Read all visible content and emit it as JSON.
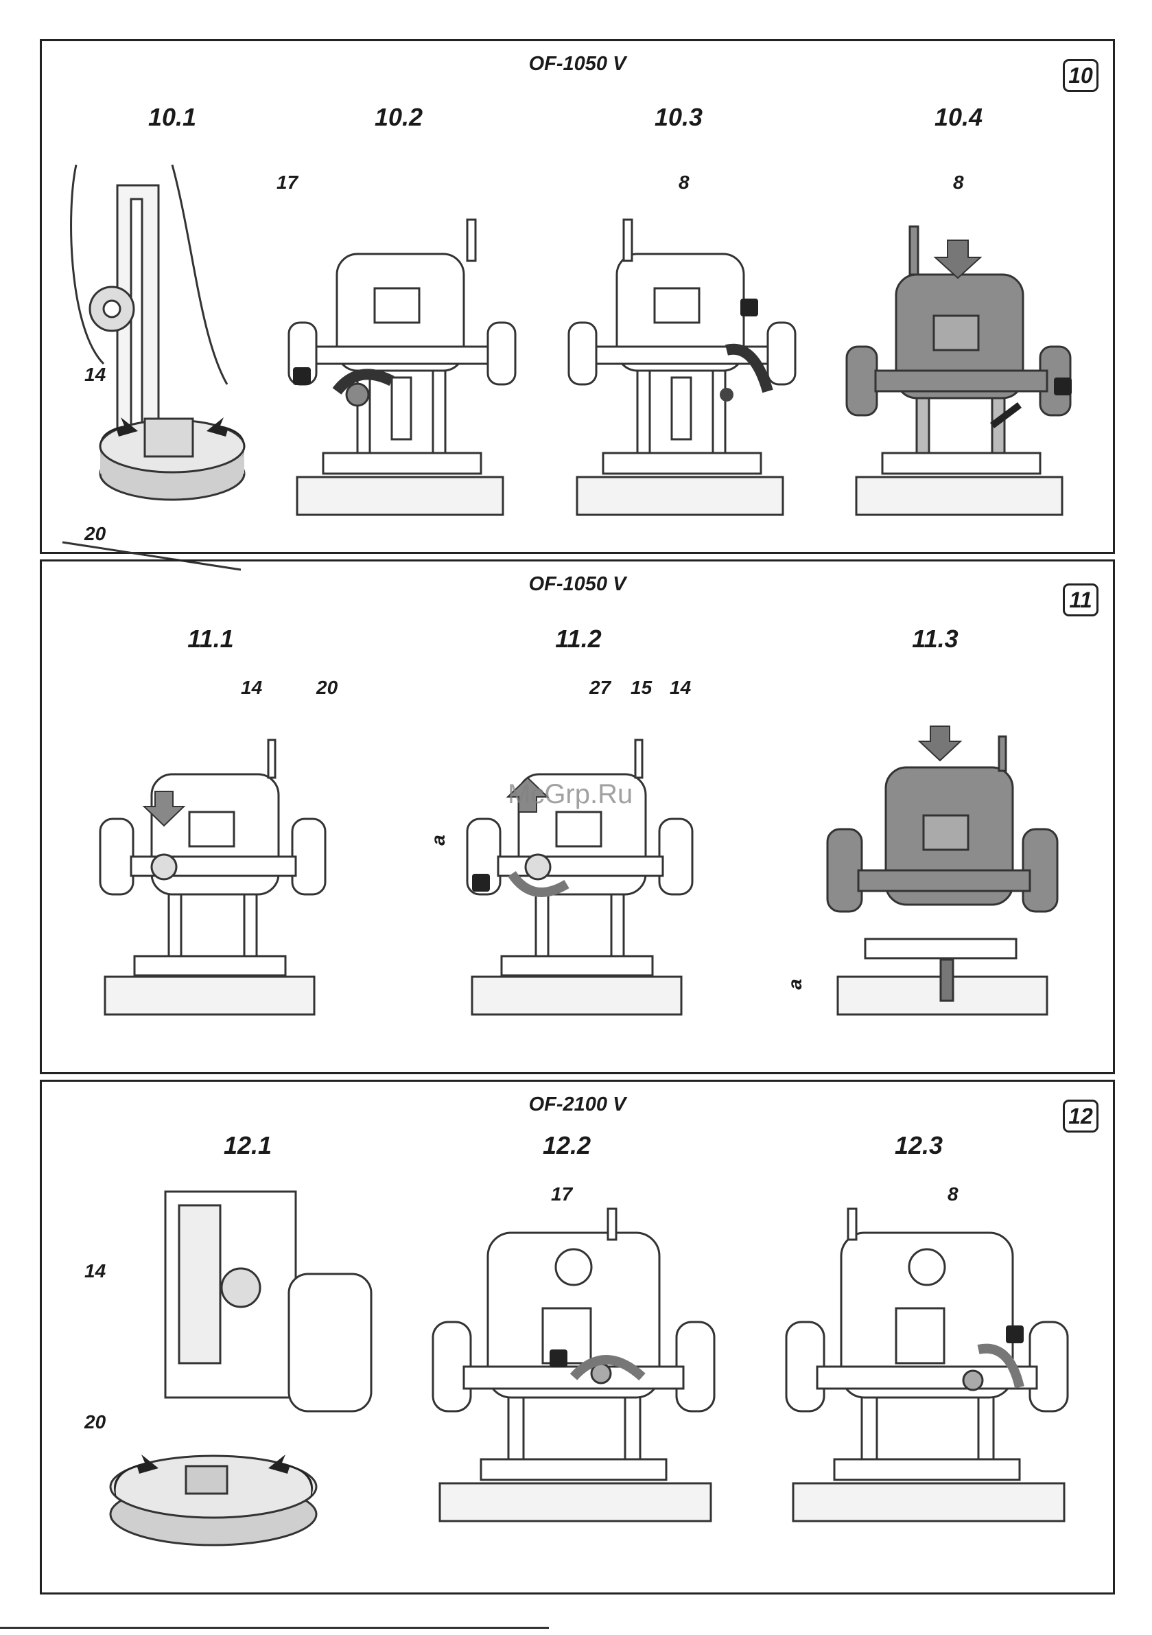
{
  "panels": [
    {
      "model": "OF-1050 V",
      "badge": "10",
      "figures": [
        {
          "label": "10.1",
          "callouts": [
            "14",
            "20"
          ]
        },
        {
          "label": "10.2",
          "callouts": [
            "17"
          ]
        },
        {
          "label": "10.3",
          "callouts": [
            "8"
          ]
        },
        {
          "label": "10.4",
          "callouts": [
            "8"
          ]
        }
      ]
    },
    {
      "model": "OF-1050 V",
      "badge": "11",
      "figures": [
        {
          "label": "11.1",
          "callouts": [
            "14",
            "20"
          ]
        },
        {
          "label": "11.2",
          "callouts": [
            "27",
            "15",
            "14"
          ],
          "dimension": "a"
        },
        {
          "label": "11.3",
          "dimension": "a"
        }
      ]
    },
    {
      "model": "OF-2100 V",
      "badge": "12",
      "figures": [
        {
          "label": "12.1",
          "callouts": [
            "14",
            "20"
          ]
        },
        {
          "label": "12.2",
          "callouts": [
            "17"
          ]
        },
        {
          "label": "12.3",
          "callouts": [
            "8"
          ]
        }
      ]
    }
  ],
  "watermark": "McGrp.Ru",
  "icons": [
    "router-icon",
    "lock-icon",
    "unlock-icon",
    "rotate-arrow-icon",
    "down-arrow-icon",
    "up-arrow-icon"
  ]
}
